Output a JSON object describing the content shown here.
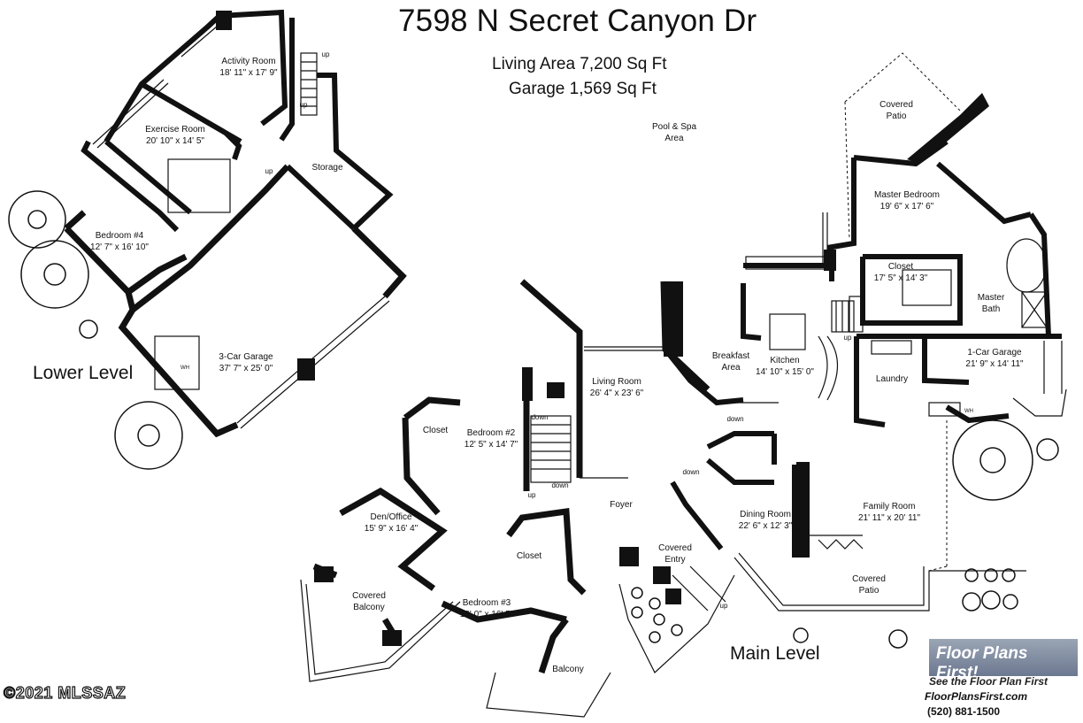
{
  "header": {
    "address": "7598 N Secret Canyon Dr",
    "living_area": "Living Area 7,200 Sq Ft",
    "garage_area": "Garage 1,569 Sq Ft"
  },
  "levels": {
    "lower": "Lower Level",
    "main": "Main Level"
  },
  "rooms": {
    "activity": {
      "name": "Activity Room",
      "dims": "18' 11\" x 17' 9\""
    },
    "exercise": {
      "name": "Exercise Room",
      "dims": "20' 10\" x 14' 5\""
    },
    "storage": {
      "name": "Storage"
    },
    "bedroom4": {
      "name": "Bedroom #4",
      "dims": "12' 7\" x 16' 10\""
    },
    "garage3": {
      "name": "3-Car Garage",
      "dims": "37' 7\" x 25' 0\""
    },
    "pool": {
      "name": "Pool & Spa",
      "name2": "Area"
    },
    "covered_patio_top": {
      "name": "Covered",
      "name2": "Patio"
    },
    "master_bedroom": {
      "name": "Master Bedroom",
      "dims": "19' 6\" x 17' 6\""
    },
    "closet_master": {
      "name": "Closet",
      "dims": "17' 5\" x 14' 3\""
    },
    "master_bath": {
      "name": "Master",
      "name2": "Bath"
    },
    "breakfast": {
      "name": "Breakfast",
      "name2": "Area"
    },
    "kitchen": {
      "name": "Kitchen",
      "dims": "14' 10\" x 15' 0\""
    },
    "laundry": {
      "name": "Laundry"
    },
    "garage1": {
      "name": "1-Car Garage",
      "dims": "21' 9\" x 14' 11\""
    },
    "living": {
      "name": "Living Room",
      "dims": "26' 4\" x 23' 6\""
    },
    "closet_bed2": {
      "name": "Closet"
    },
    "bedroom2": {
      "name": "Bedroom #2",
      "dims": "12' 5\" x 14' 7\""
    },
    "den": {
      "name": "Den/Office",
      "dims": "15' 9\" x 16' 4\""
    },
    "foyer": {
      "name": "Foyer"
    },
    "closet_bed3": {
      "name": "Closet"
    },
    "covered_entry": {
      "name": "Covered",
      "name2": "Entry"
    },
    "dining": {
      "name": "Dining Room",
      "dims": "22' 6\" x 12' 3\""
    },
    "family": {
      "name": "Family Room",
      "dims": "21' 11\" x 20' 11\""
    },
    "covered_balcony": {
      "name": "Covered",
      "name2": "Balcony"
    },
    "bedroom3": {
      "name": "Bedroom #3",
      "dims": "13' 0\" x 16' 5\""
    },
    "covered_patio_bottom": {
      "name": "Covered",
      "name2": "Patio"
    },
    "balcony": {
      "name": "Balcony"
    }
  },
  "stairs": {
    "up1": "up",
    "up2": "up",
    "up3": "up",
    "up_kitchen": "up",
    "up_foyer": "up",
    "up_entry": "up",
    "down1": "down",
    "down2": "down",
    "down3": "down",
    "down4": "down"
  },
  "fixtures": {
    "water_heater_1": "WH",
    "water_heater_2": "WH"
  },
  "branding": {
    "logo": "Floor Plans First!",
    "tagline": "See the Floor Plan First",
    "url": "FloorPlansFirst.com",
    "phone": "(520) 881-1500"
  },
  "copyright": "©2021 MLSSAZ"
}
